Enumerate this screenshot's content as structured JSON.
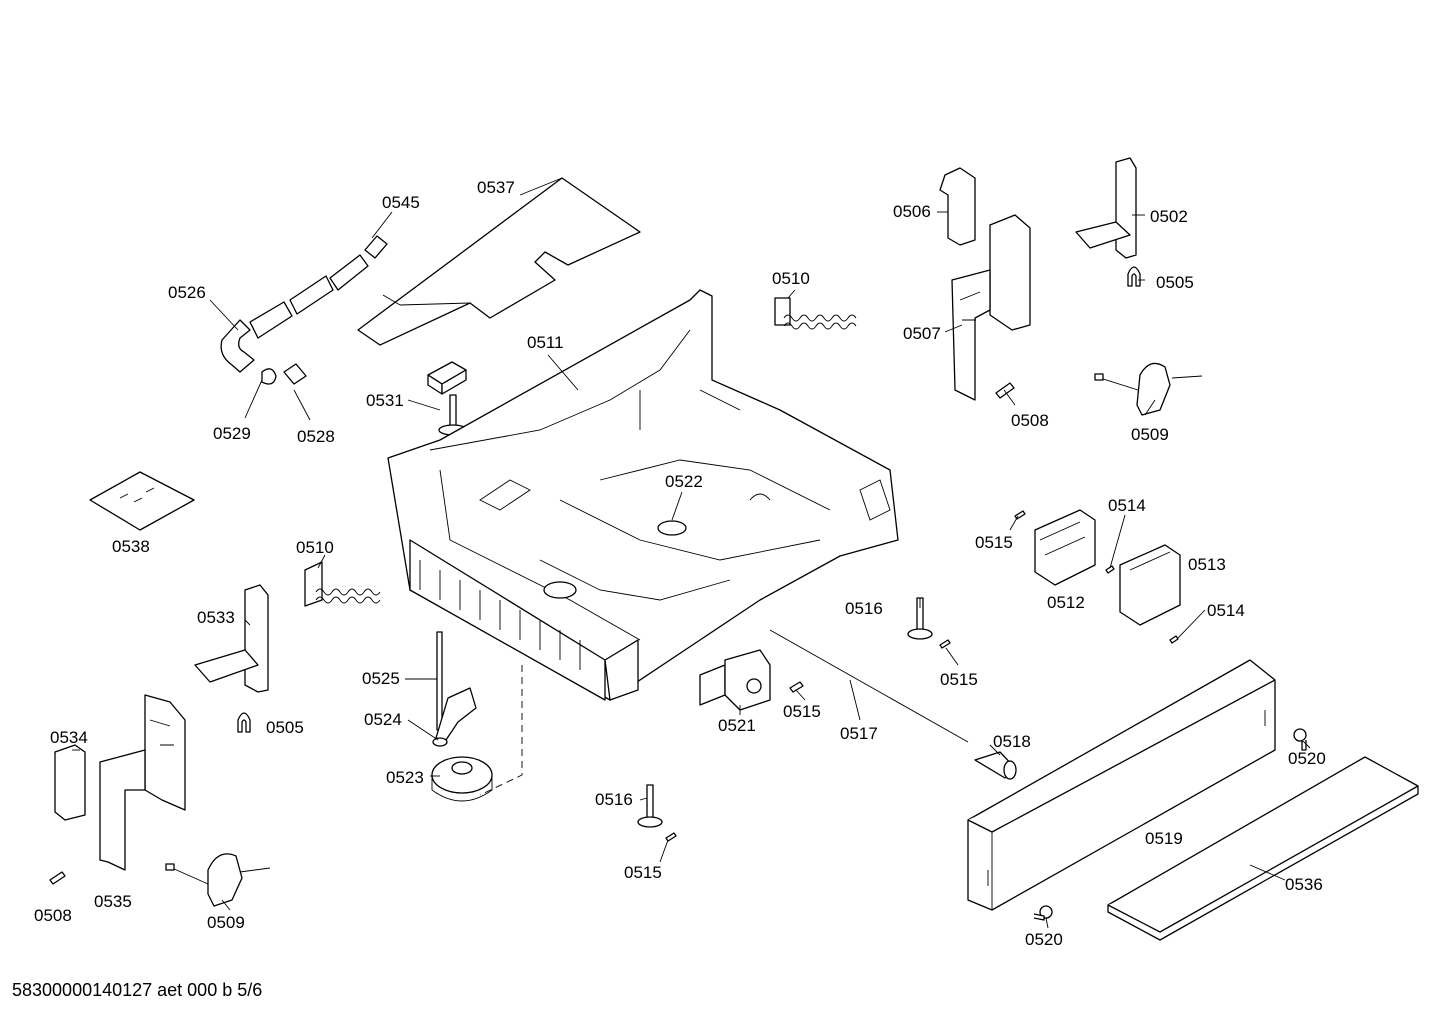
{
  "diagram": {
    "part_labels": {
      "p0537": "0537",
      "p0545": "0545",
      "p0526": "0526",
      "p0529": "0529",
      "p0528": "0528",
      "p0538": "0538",
      "p0531": "0531",
      "p0511": "0511",
      "p0510a": "0510",
      "p0510b": "0510",
      "p0506": "0506",
      "p0507": "0507",
      "p0502": "0502",
      "p0505a": "0505",
      "p0505b": "0505",
      "p0508a": "0508",
      "p0508b": "0508",
      "p0509a": "0509",
      "p0509b": "0509",
      "p0522": "0522",
      "p0515a": "0515",
      "p0515b": "0515",
      "p0515c": "0515",
      "p0515d": "0515",
      "p0514a": "0514",
      "p0514b": "0514",
      "p0513": "0513",
      "p0512": "0512",
      "p0516a": "0516",
      "p0516b": "0516",
      "p0533": "0533",
      "p0525": "0525",
      "p0524": "0524",
      "p0523": "0523",
      "p0521": "0521",
      "p0517": "0517",
      "p0518": "0518",
      "p0520a": "0520",
      "p0520b": "0520",
      "p0519": "0519",
      "p0536": "0536",
      "p0534": "0534",
      "p0535": "0535"
    }
  },
  "footer": {
    "document_code": "58300000140127 aet 000 b 5/6"
  }
}
